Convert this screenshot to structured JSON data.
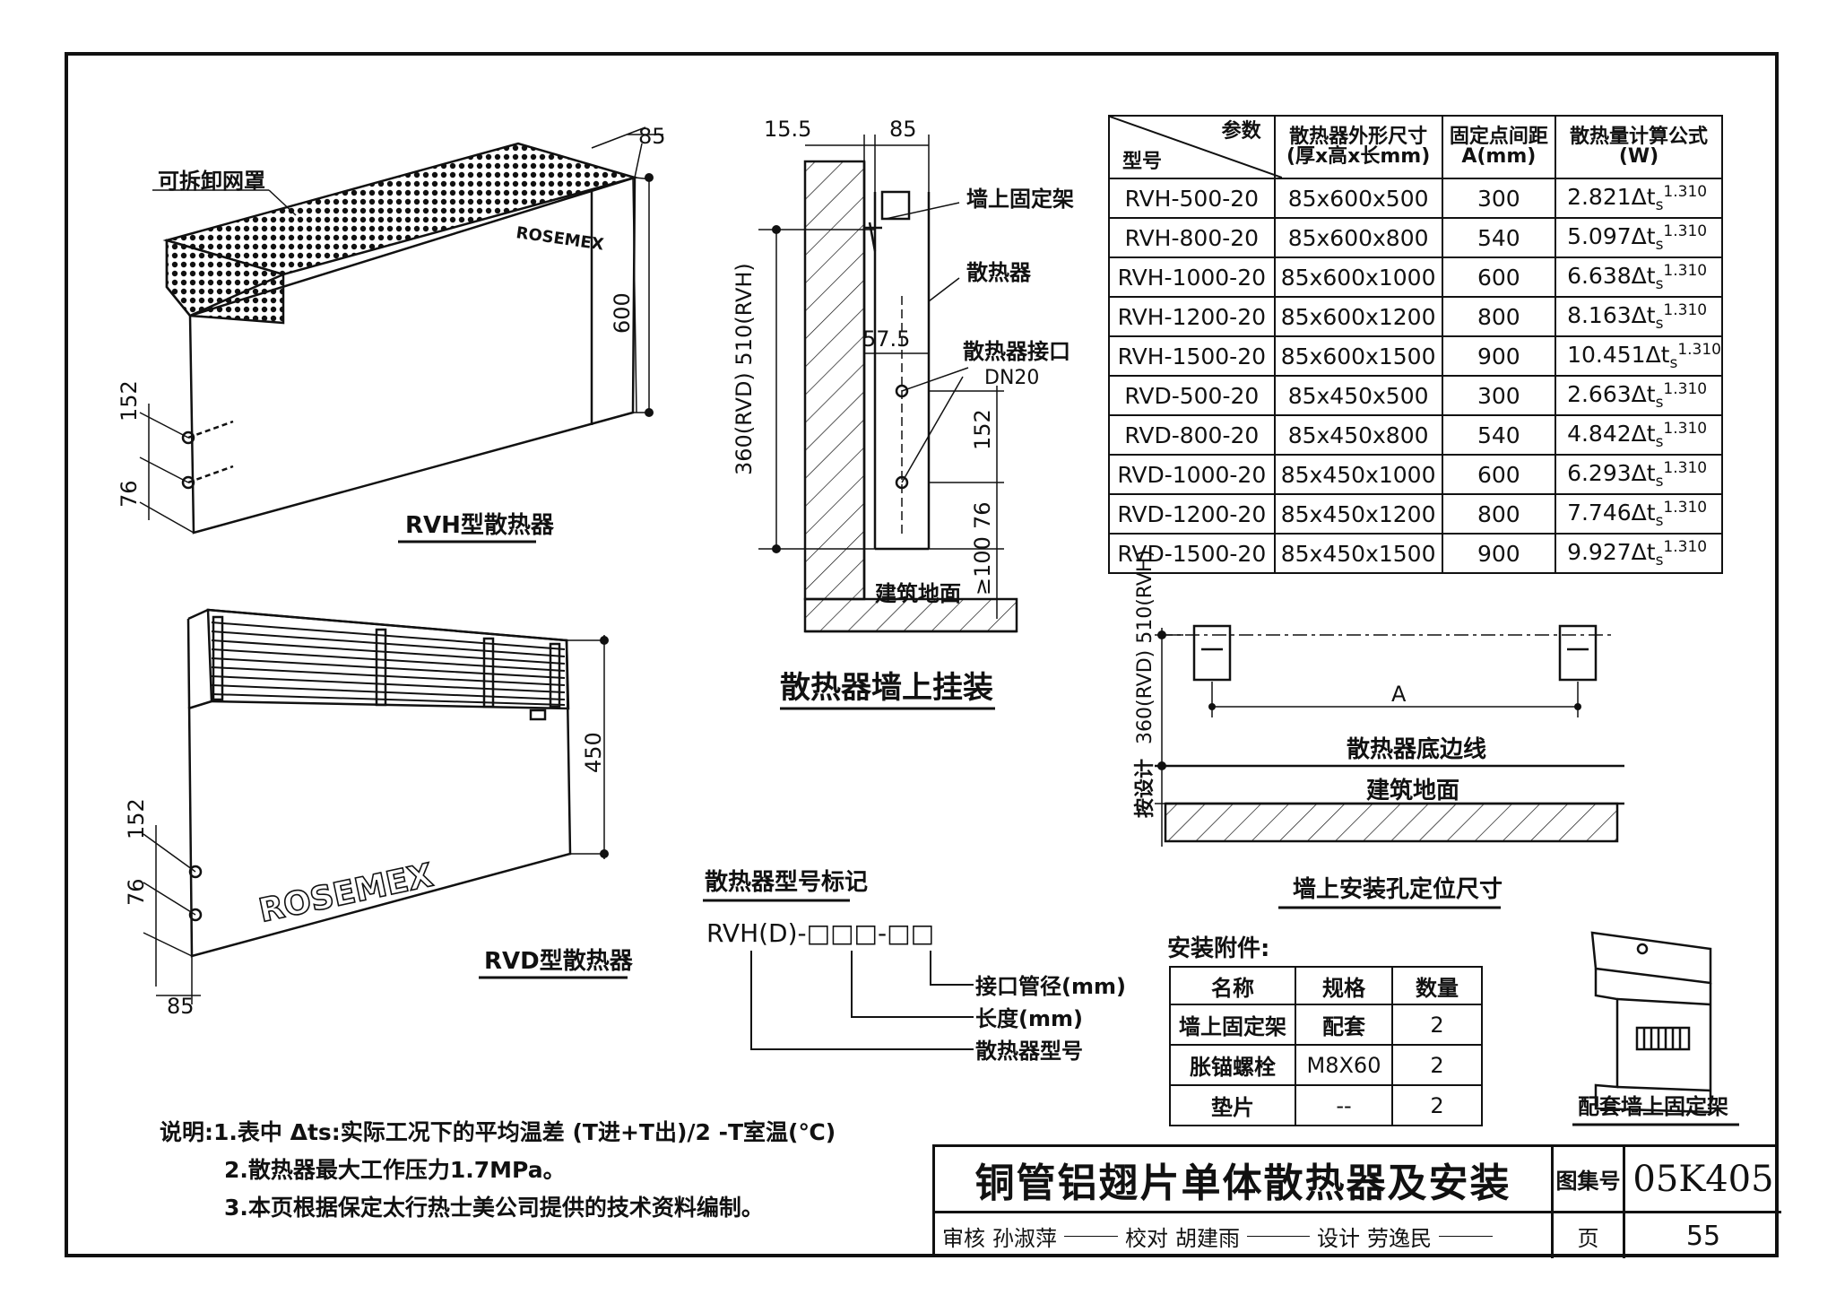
{
  "drawing_title": "铜管铝翅片单体散热器及安装",
  "atlas_label": "图集号",
  "atlas_number": "05K405",
  "page_label": "页",
  "page_number": "55",
  "signatures": {
    "review_label": "审核",
    "review_name": "孙淑萍",
    "check_label": "校对",
    "check_name": "胡建雨",
    "design_label": "设计",
    "design_name": "劳逸民"
  },
  "rvh": {
    "caption": "RVH型散热器",
    "cover_label": "可拆卸网罩",
    "brand": "ROSEMEX",
    "dim_depth": "85",
    "dim_height": "600",
    "dim_152": "152",
    "dim_76": "76"
  },
  "rvd": {
    "caption": "RVD型散热器",
    "brand": "ROSEMEX",
    "dim_height": "450",
    "dim_152": "152",
    "dim_76": "76",
    "dim_depth": "85"
  },
  "wall_mount": {
    "caption": "散热器墙上挂装",
    "dim_15_5": "15.5",
    "dim_85": "85",
    "dim_57_5": "57.5",
    "dim_360_510": "360(RVD) 510(RVH)",
    "dim_152": "152",
    "dim_76": "76",
    "dim_100": "≥100",
    "label_bracket": "墙上固定架",
    "label_radiator": "散热器",
    "label_inlet": "散热器接口",
    "label_dn": "DN20",
    "label_floor": "建筑地面"
  },
  "param_table": {
    "header_param": "参数",
    "header_model": "型号",
    "header_size": "散热器外形尺寸",
    "header_size2": "(厚x高x长mm)",
    "header_spacing": "固定点间距",
    "header_spacing2": "A(mm)",
    "header_formula": "散热量计算公式",
    "header_formula2": "(W)",
    "formula_delta": "Δt",
    "formula_sub": "s",
    "formula_exp": "1.310",
    "rows": [
      {
        "model": "RVH-500-20",
        "size": "85x600x500",
        "spacing": "300",
        "coef": "2.821"
      },
      {
        "model": "RVH-800-20",
        "size": "85x600x800",
        "spacing": "540",
        "coef": "5.097"
      },
      {
        "model": "RVH-1000-20",
        "size": "85x600x1000",
        "spacing": "600",
        "coef": "6.638"
      },
      {
        "model": "RVH-1200-20",
        "size": "85x600x1200",
        "spacing": "800",
        "coef": "8.163"
      },
      {
        "model": "RVH-1500-20",
        "size": "85x600x1500",
        "spacing": "900",
        "coef": "10.451"
      },
      {
        "model": "RVD-500-20",
        "size": "85x450x500",
        "spacing": "300",
        "coef": "2.663"
      },
      {
        "model": "RVD-800-20",
        "size": "85x450x800",
        "spacing": "540",
        "coef": "4.842"
      },
      {
        "model": "RVD-1000-20",
        "size": "85x450x1000",
        "spacing": "600",
        "coef": "6.293"
      },
      {
        "model": "RVD-1200-20",
        "size": "85x450x1200",
        "spacing": "800",
        "coef": "7.746"
      },
      {
        "model": "RVD-1500-20",
        "size": "85x450x1500",
        "spacing": "900",
        "coef": "9.927"
      }
    ]
  },
  "hole_layout": {
    "caption": "墙上安装孔定位尺寸",
    "dim_360_510": "360(RVD) 510(RVH)",
    "dim_a": "A",
    "label_bottom_edge": "散热器底边线",
    "label_floor": "建筑地面",
    "label_by_design": "按设计"
  },
  "model_code": {
    "title": "散热器型号标记",
    "code": "RVH(D)-□□□-□□",
    "label_pipe": "接口管径(mm)",
    "label_length": "长度(mm)",
    "label_model": "散热器型号"
  },
  "accessories": {
    "title": "安装附件:",
    "headers": [
      "名称",
      "规格",
      "数量"
    ],
    "rows": [
      {
        "name": "墙上固定架",
        "spec": "配套",
        "qty": "2"
      },
      {
        "name": "胀锚螺栓",
        "spec": "M8X60",
        "qty": "2"
      },
      {
        "name": "垫片",
        "spec": "--",
        "qty": "2"
      }
    ],
    "bracket_caption": "配套墙上固定架"
  },
  "notes": {
    "line1": "说明:1.表中 Δts:实际工况下的平均温差 (T进+T出)/2 -T室温(℃)",
    "line2": "2.散热器最大工作压力1.7MPa。",
    "line3": "3.本页根据保定太行热士美公司提供的技术资料编制。"
  }
}
